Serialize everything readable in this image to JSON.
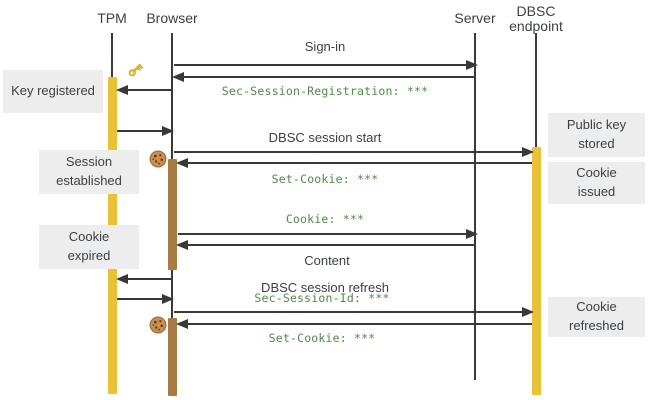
{
  "diagram_type": "sequence-diagram",
  "topic": "DBSC session flow",
  "actors": {
    "tpm": "TPM",
    "browser": "Browser",
    "server": "Server",
    "dbsc_endpoint": "DBSC\nendpoint"
  },
  "messages": {
    "sign_in": "Sign-in",
    "sec_session_registration": "Sec-Session-Registration: ***",
    "dbsc_session_start": "DBSC session start",
    "set_cookie_issued": "Set-Cookie: ***",
    "cookie": "Cookie: ***",
    "content": "Content",
    "dbsc_session_refresh": "DBSC session refresh",
    "sec_session_id": "Sec-Session-Id: ***",
    "set_cookie_refreshed": "Set-Cookie: ***"
  },
  "side_labels": {
    "key_registered": "Key registered",
    "session_established": "Session\nestablished",
    "cookie_expired": "Cookie\nexpired",
    "public_key_stored": "Public key\nstored",
    "cookie_issued": "Cookie\nissued",
    "cookie_refreshed": "Cookie\nrefreshed"
  },
  "icons": {
    "key": "key-icon",
    "cookie_issued": "cookie-icon",
    "cookie_refreshed": "cookie-icon"
  },
  "colors": {
    "tpm_activation": "#EAC237",
    "dbsc_activation": "#EAC237",
    "browser_activation": "#A67C44",
    "code_text": "#4F8A46",
    "label_text": "#3C4043",
    "box_background": "#EDEDED",
    "line": "#383838"
  }
}
